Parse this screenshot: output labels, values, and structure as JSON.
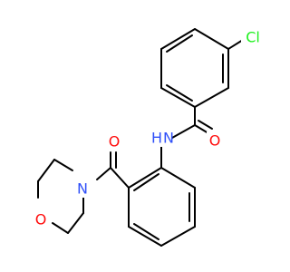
{
  "colors": {
    "bond": "#000000",
    "carbon": "#000000",
    "oxygen": "#ff0d0d",
    "nitrogen": "#3050f8",
    "chlorine": "#1ff01f",
    "background": "#ffffff"
  },
  "labels": {
    "chlorine": "Cl",
    "amide_nitrogen": "N",
    "amide_hydrogen": "H",
    "amide_oxygen": "O",
    "ketone_oxygen": "O",
    "morpholine_nitrogen": "N",
    "morpholine_oxygen": "O"
  }
}
